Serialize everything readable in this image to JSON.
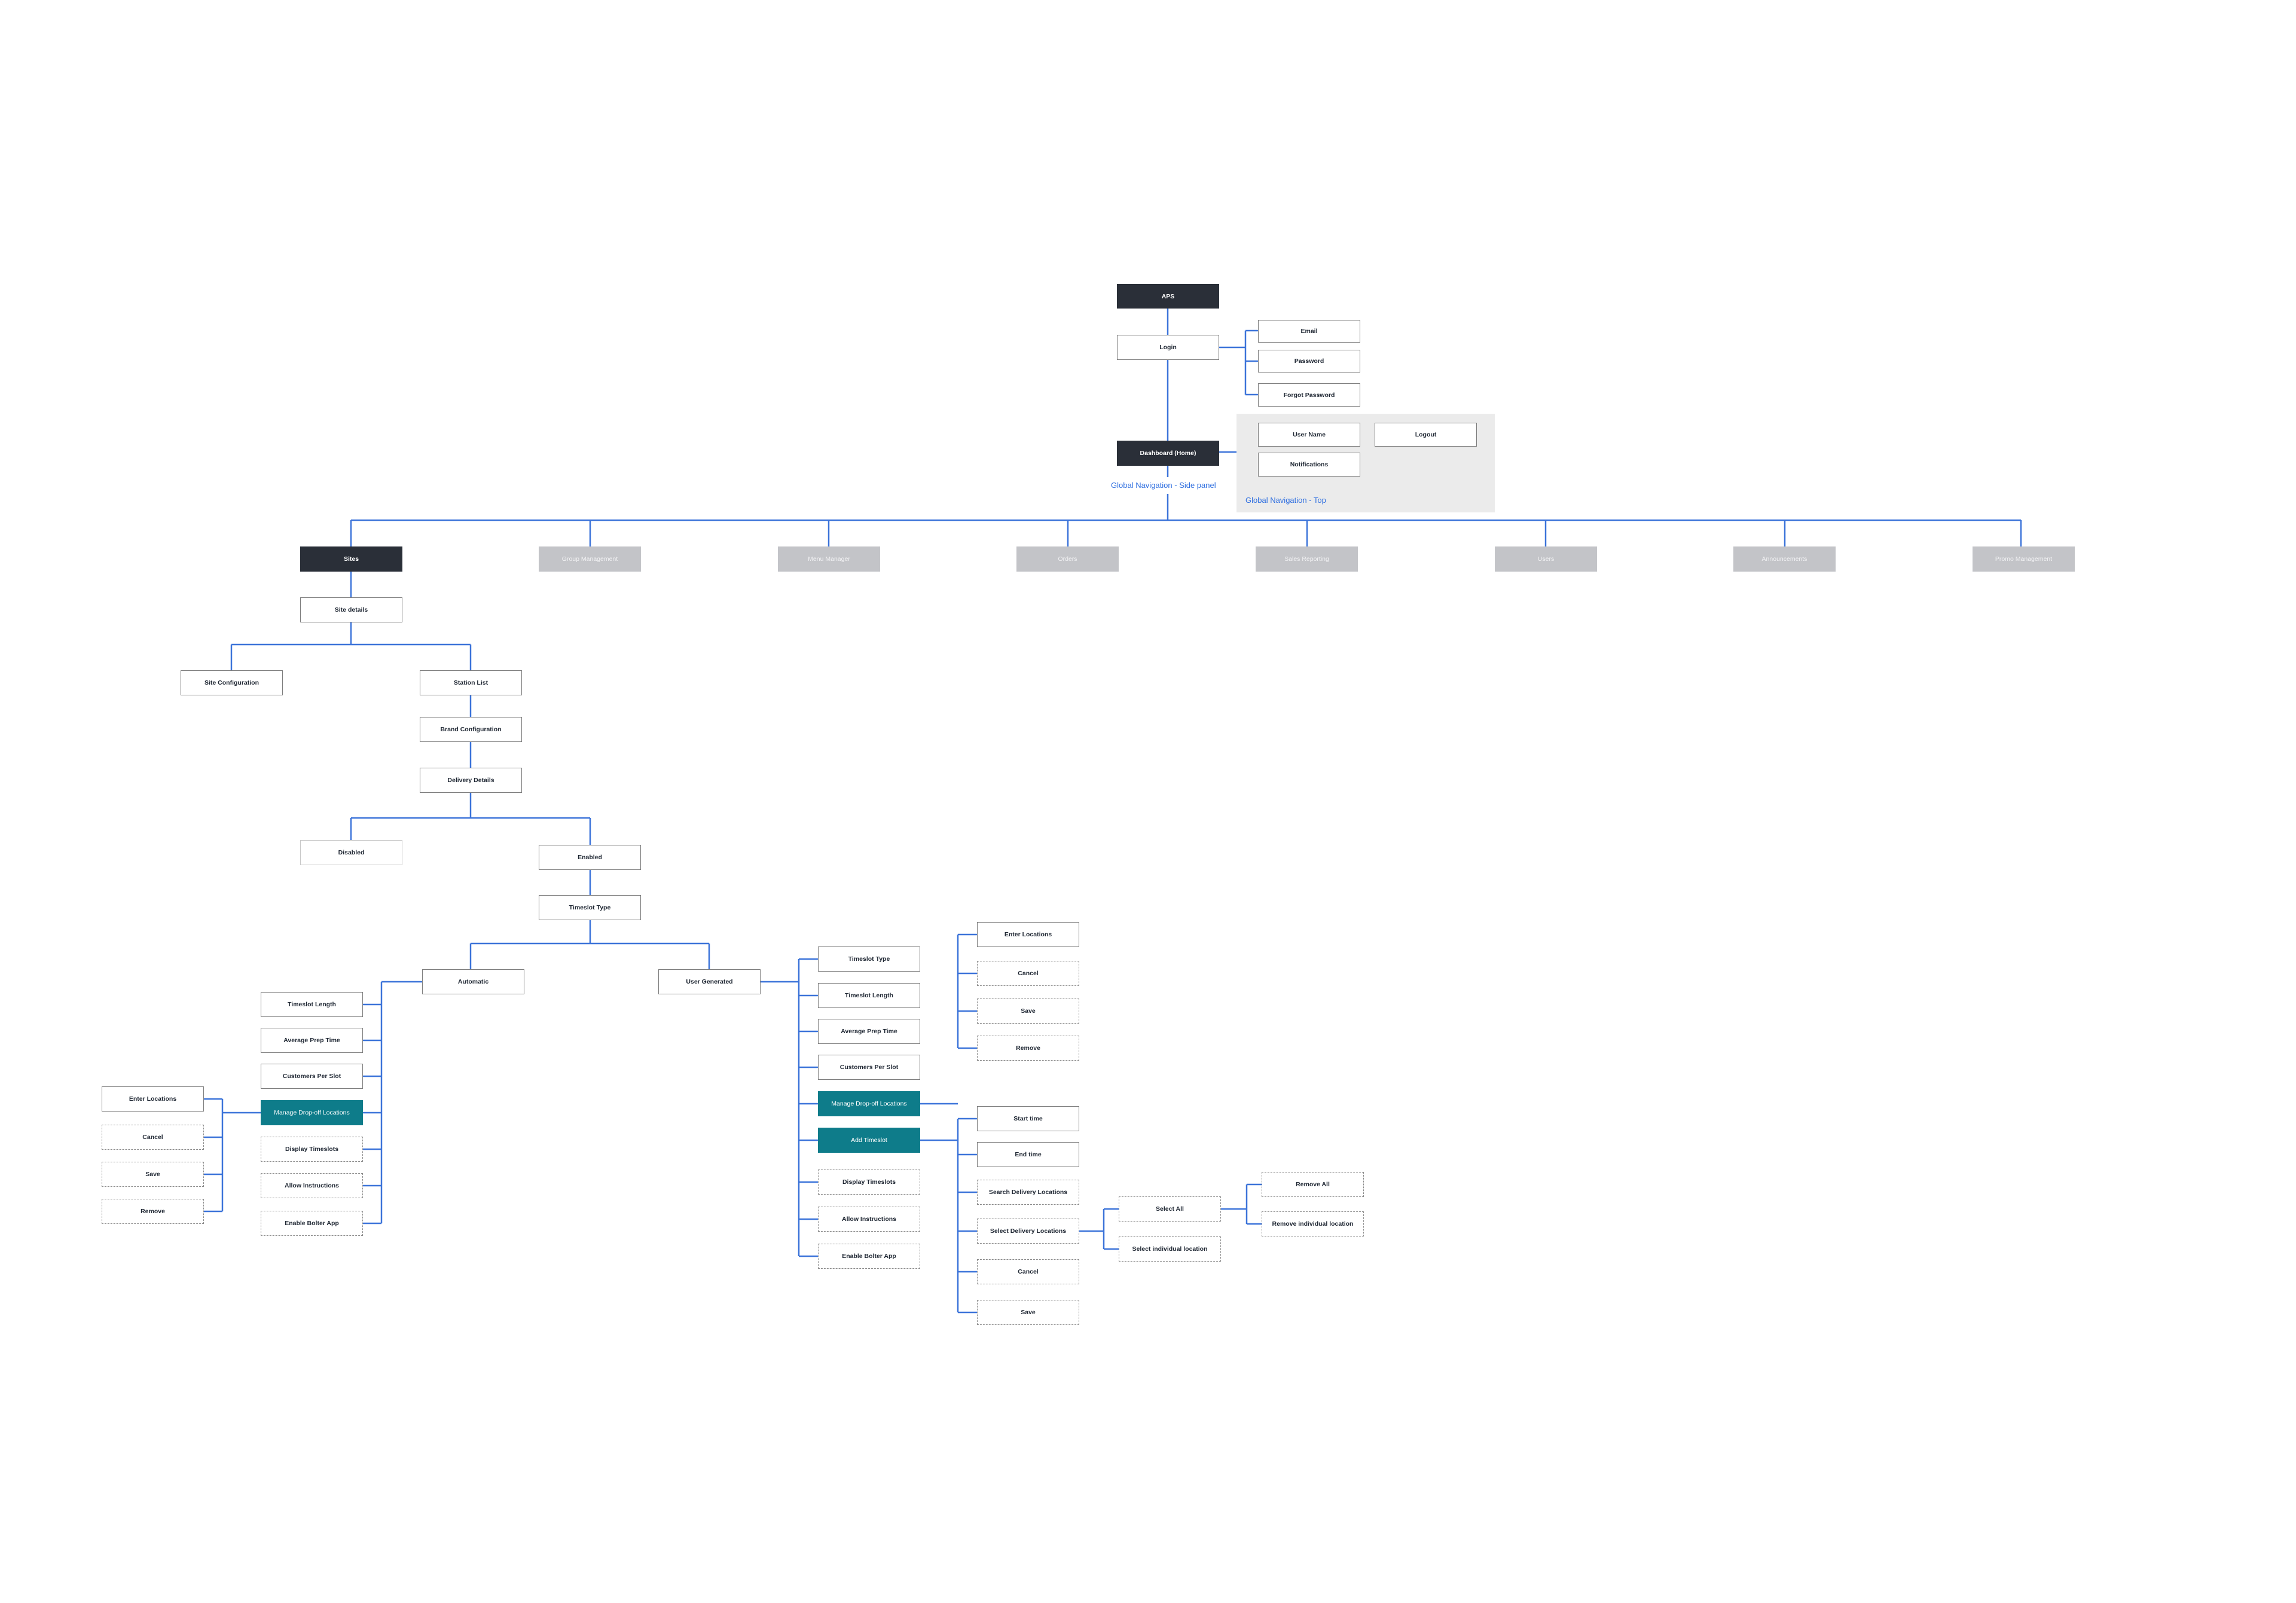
{
  "labels": {
    "side_panel": "Global Navigation - Side panel",
    "top": "Global Navigation - Top"
  },
  "nodes": {
    "apps": "APS",
    "login": "Login",
    "email": "Email",
    "password": "Password",
    "forgot_password": "Forgot Password",
    "dashboard": "Dashboard (Home)",
    "user_name": "User Name",
    "logout": "Logout",
    "notifications": "Notifications",
    "sites": "Sites",
    "group_management": "Group Management",
    "menu_manager": "Menu Manager",
    "orders": "Orders",
    "sales_reporting": "Sales Reporting",
    "users": "Users",
    "announcements": "Announcements",
    "promo_management": "Promo Management",
    "site_details": "Site details",
    "site_configuration": "Site Configuration",
    "station_list": "Station List",
    "brand_configuration": "Brand Configuration",
    "delivery_details": "Delivery Details",
    "disabled": "Disabled",
    "enabled": "Enabled",
    "timeslot_type": "Timeslot Type",
    "automatic": "Automatic",
    "user_generated": "User Generated",
    "auto_timeslot_length": "Timeslot Length",
    "auto_avg_prep": "Average Prep Time",
    "auto_customers": "Customers Per Slot",
    "auto_manage_dropoff": "Manage Drop-off Locations",
    "auto_display_timeslots": "Display Timeslots",
    "auto_allow_instructions": "Allow Instructions",
    "auto_enable_bolter": "Enable Bolter App",
    "auto_enter_locations": "Enter Locations",
    "auto_cancel": "Cancel",
    "auto_save": "Save",
    "auto_remove": "Remove",
    "ug_timeslot_type": "Timeslot Type",
    "ug_timeslot_length": "Timeslot Length",
    "ug_avg_prep": "Average Prep Time",
    "ug_customers": "Customers Per Slot",
    "ug_manage_dropoff": "Manage Drop-off Locations",
    "ug_add_timeslot": "Add Timeslot",
    "ug_display_timeslots": "Display Timeslots",
    "ug_allow_instructions": "Allow Instructions",
    "ug_enable_bolter": "Enable Bolter App",
    "ug_enter_locations": "Enter Locations",
    "ug_cancel": "Cancel",
    "ug_save": "Save",
    "ug_remove": "Remove",
    "start_time": "Start time",
    "end_time": "End time",
    "search_delivery": "Search Delivery Locations",
    "select_delivery": "Select Delivery Locations",
    "add_cancel": "Cancel",
    "add_save": "Save",
    "select_all": "Select All",
    "select_individual": "Select individual location",
    "remove_all": "Remove All",
    "remove_individual": "Remove individual location"
  },
  "colors": {
    "connector": "#3b73d9",
    "dark_node": "#2a2f38",
    "inactive_node": "#c3c4c8",
    "highlight_node": "#0e7c8a",
    "panel": "#ebebeb"
  }
}
